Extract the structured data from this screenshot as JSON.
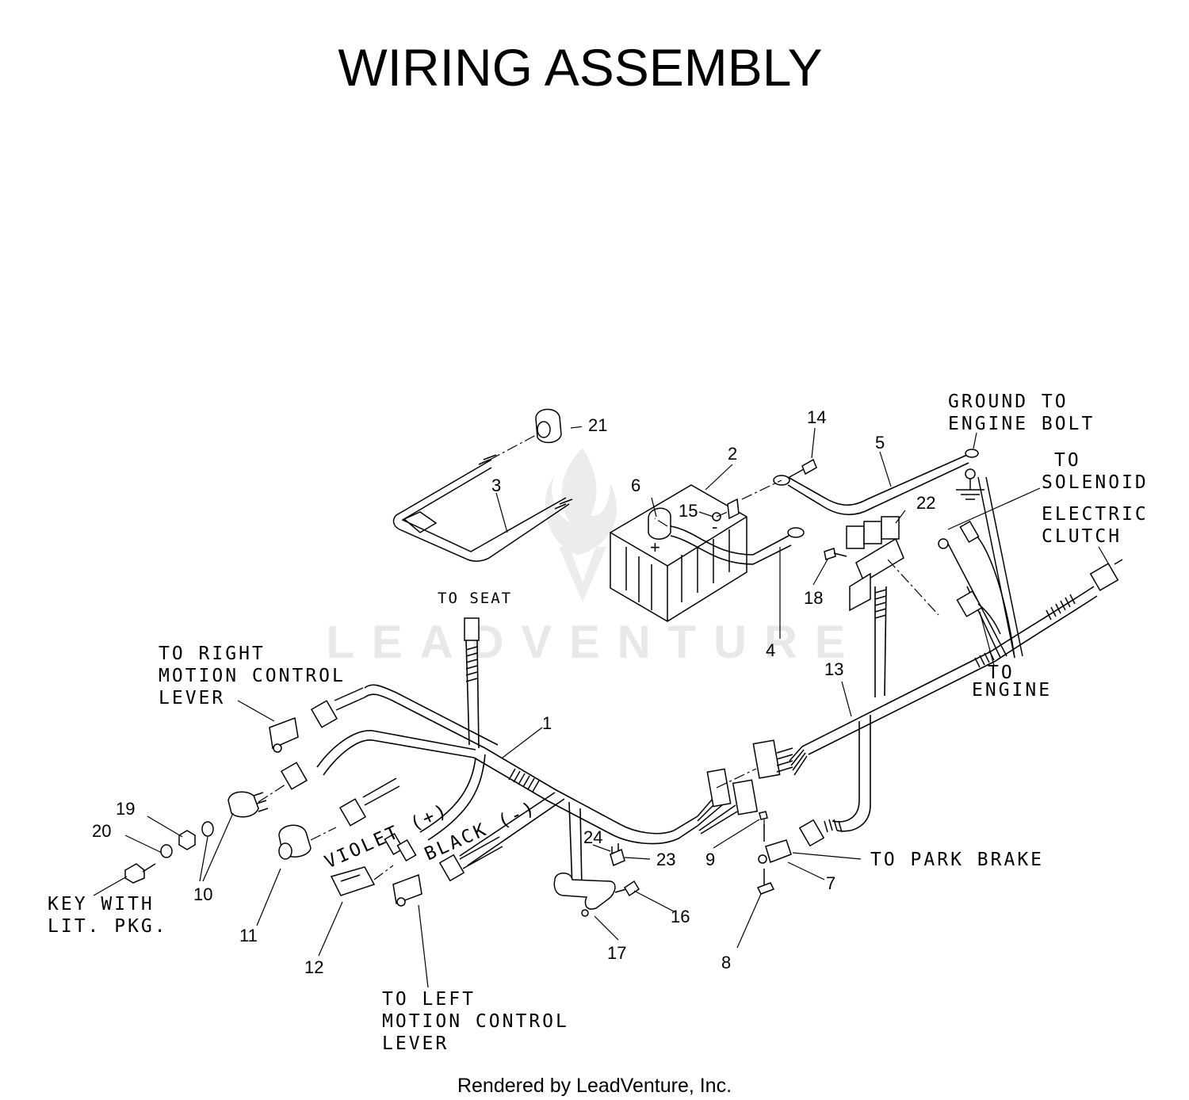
{
  "title": "WIRING ASSEMBLY",
  "footer": "Rendered by LeadVenture, Inc.",
  "watermark": "LEADVENTURE",
  "callouts": {
    "to_right_motion_control": [
      "TO RIGHT",
      "MOTION CONTROL",
      "LEVER"
    ],
    "to_seat": "TO SEAT",
    "ground_to_engine_bolt": [
      "GROUND TO",
      "ENGINE BOLT"
    ],
    "to_solenoid": [
      "TO",
      "SOLENOID"
    ],
    "electric_clutch": [
      "ELECTRIC",
      "CLUTCH"
    ],
    "to_engine": [
      "TO",
      "ENGINE"
    ],
    "to_park_brake": "TO PARK BRAKE",
    "key_with_lit_pkg": [
      "KEY WITH",
      "LIT. PKG."
    ],
    "to_left_motion_control": [
      "TO LEFT",
      "MOTION CONTROL",
      "LEVER"
    ],
    "violet": "VIOLET (+)",
    "black": "BLACK (-)"
  },
  "part_numbers": {
    "p1": "1",
    "p2": "2",
    "p3": "3",
    "p4": "4",
    "p5": "5",
    "p6": "6",
    "p7": "7",
    "p8": "8",
    "p9": "9",
    "p10": "10",
    "p11": "11",
    "p12": "12",
    "p13": "13",
    "p14": "14",
    "p15": "15",
    "p16": "16",
    "p17": "17",
    "p18": "18",
    "p19": "19",
    "p20": "20",
    "p21": "21",
    "p22": "22",
    "p23": "23",
    "p24": "24"
  },
  "colors": {
    "ink": "#000000",
    "watermark": "#e8e8e8",
    "background": "#ffffff"
  }
}
